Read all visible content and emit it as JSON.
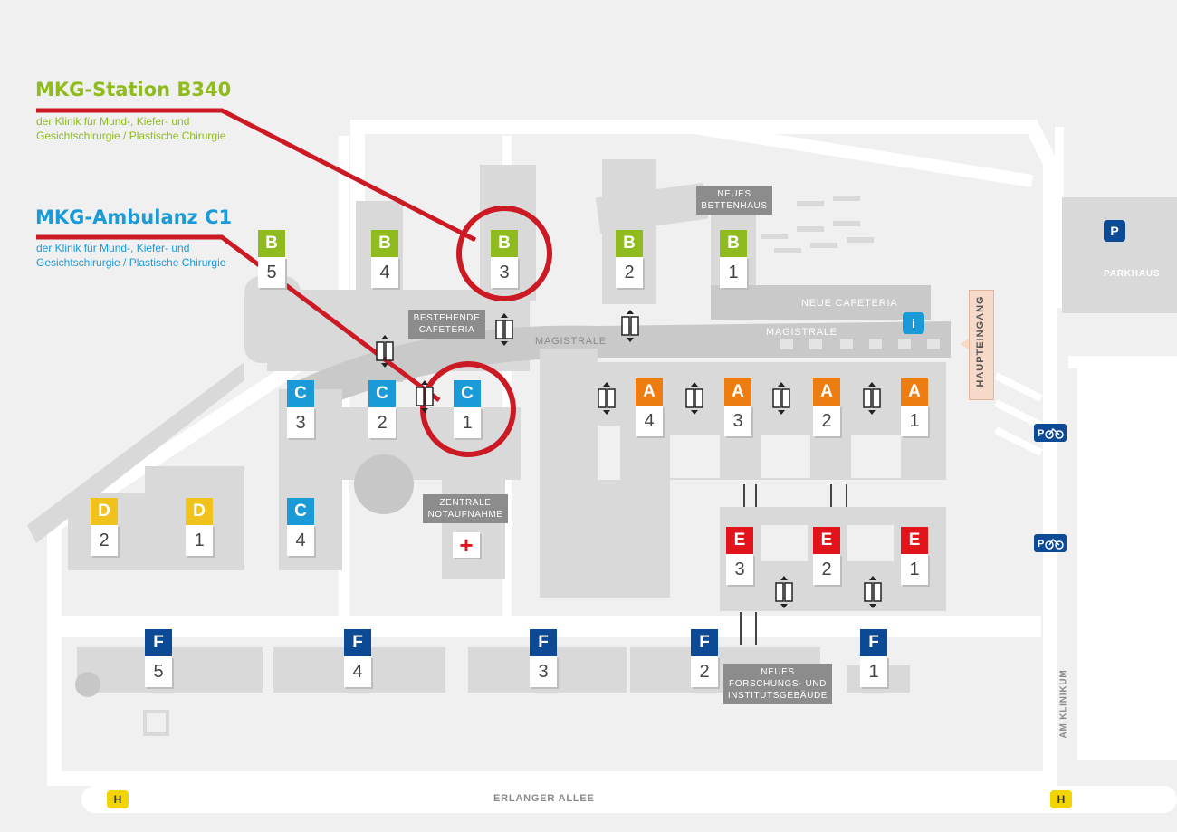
{
  "callouts": {
    "station": {
      "title": "MKG-Station B340",
      "subtitle": "der Klinik für Mund-, Kiefer- und Gesichtschirurgie / Plastische Chirurgie",
      "color": "#8fbb1f"
    },
    "ambulanz": {
      "title": "MKG-Ambulanz C1",
      "subtitle": "der Klinik für Mund-, Kiefer- und Gesichtschirurgie / Plastische Chirurgie",
      "color": "#1a9ad6"
    },
    "highlight_color": "#cc1a24"
  },
  "buildings": {
    "A": {
      "color": "#ee7d11",
      "numbers": [
        "4",
        "3",
        "2",
        "1"
      ]
    },
    "B": {
      "color": "#8fbb1f",
      "numbers": [
        "5",
        "4",
        "3",
        "2",
        "1"
      ]
    },
    "C": {
      "color": "#1a9ad6",
      "numbers": [
        "3",
        "2",
        "1",
        "4"
      ]
    },
    "D": {
      "color": "#f2c21c",
      "numbers": [
        "2",
        "1"
      ]
    },
    "E": {
      "color": "#e3131b",
      "numbers": [
        "3",
        "2",
        "1"
      ]
    },
    "F": {
      "color": "#0d4a96",
      "numbers": [
        "5",
        "4",
        "3",
        "2",
        "1"
      ]
    }
  },
  "labels": {
    "neues_bettenhaus": "NEUES BETTENHAUS",
    "bestehende_cafeteria": "BESTEHENDE CAFETERIA",
    "neue_cafeteria": "NEUE CAFETERIA",
    "magistrale_1": "MAGISTRALE",
    "magistrale_2": "MAGISTRALE",
    "zentrale_notaufnahme": "ZENTRALE NOTAUFNAHME",
    "neues_forschungsgebaeude": "NEUES FORSCHUNGS- UND INSTITUTSGEBÄUDE",
    "parkhaus": "PARKHAUS",
    "haupteingang": "HAUPTEINGANG",
    "erlanger_allee": "ERLANGER ALLEE",
    "am_klinikum": "AM KLINIKUM"
  },
  "icons": {
    "parking": "P",
    "info": "i",
    "bus_stop": "H",
    "emergency": "+",
    "bike": "bike-parking"
  }
}
